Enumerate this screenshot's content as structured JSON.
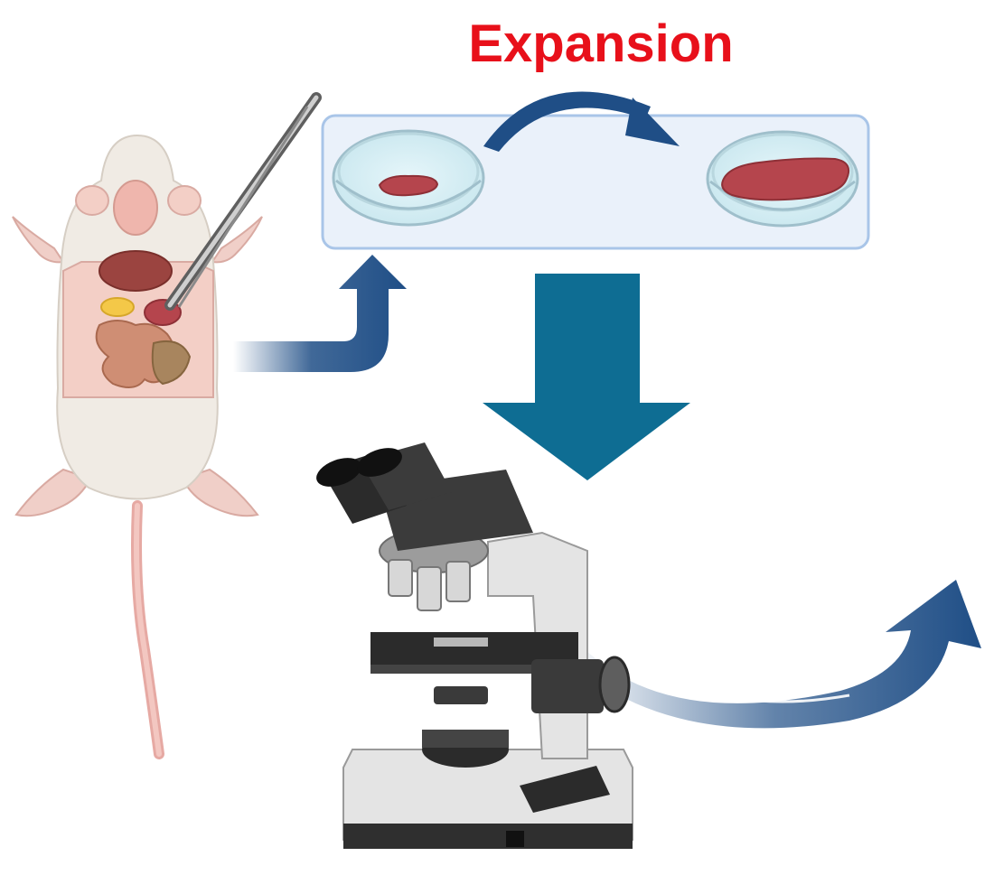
{
  "diagram": {
    "title": "Expansion",
    "steps": [
      {
        "id": "dissection",
        "icon": "dissected-mouse-icon"
      },
      {
        "id": "culture",
        "icon": "petri-dish-icon"
      },
      {
        "id": "expanded-culture",
        "icon": "petri-dish-icon"
      },
      {
        "id": "analysis",
        "icon": "microscope-icon"
      }
    ],
    "colors": {
      "title": "#e8101a",
      "arrow": "#1f4e86",
      "big_arrow": "#0e6d93",
      "panel_fill": "#eaf1fa",
      "panel_stroke": "#a9c5e8",
      "tissue": "#b5454d",
      "mouse_body": "#f0ebe4",
      "mouse_skin": "#f3cfc6"
    }
  }
}
